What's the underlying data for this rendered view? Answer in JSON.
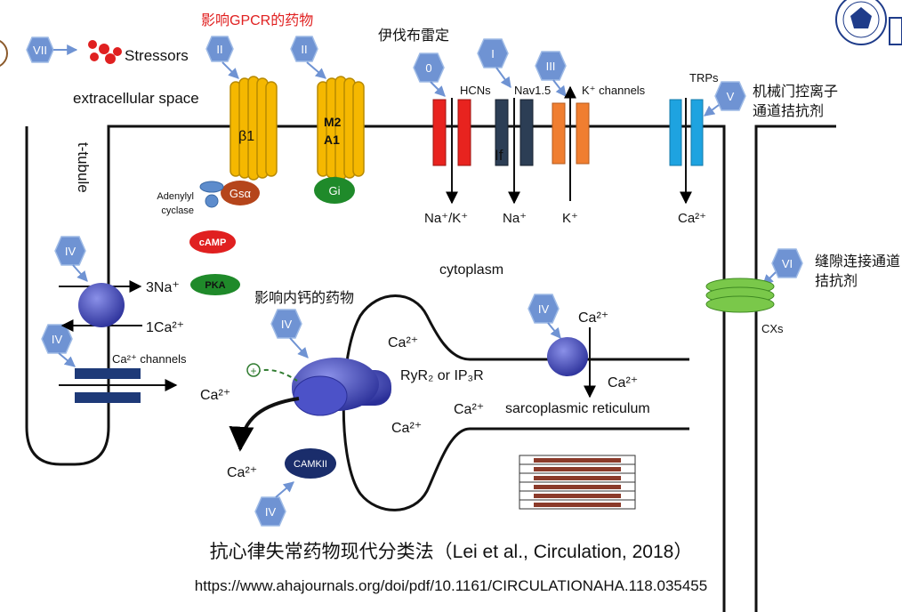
{
  "title_red": "影响GPCR的药物",
  "badges": {
    "vii": "VII",
    "ii_a": "II",
    "ii_b": "II",
    "zero": "0",
    "i": "I",
    "iii": "III",
    "v": "V",
    "iv_a": "IV",
    "iv_b": "IV",
    "iv_c": "IV",
    "iv_d": "IV",
    "vi": "VI",
    "iv_e": "IV"
  },
  "labels": {
    "stressors": "Stressors",
    "ivabradine": "伊伐布雷定",
    "extracellular": "extracellular space",
    "t_tubule": "t-tubule",
    "beta1": "β1",
    "m2": "M2",
    "a1": "A1",
    "gsa": "Gsα",
    "gi": "Gi",
    "adenylyl": "Adenylyl",
    "cyclase": "cyclase",
    "hcns": "HCNs",
    "nav": "Nav1.5",
    "kchan": "K⁺ channels",
    "trps": "TRPs",
    "mech1": "机械门控离子",
    "mech2": "通道拮抗剂",
    "if": "If",
    "na_k": "Na⁺/K⁺",
    "na": "Na⁺",
    "k": "K⁺",
    "ca_trp": "Ca²⁺",
    "camp": "cAMP",
    "pka": "PKA",
    "cytoplasm": "cytoplasm",
    "three_na": "3Na⁺",
    "one_ca": "1Ca²⁺",
    "ca_channels": "Ca²⁺ channels",
    "intracal": "影响内钙的药物",
    "ca_sr_in": "Ca²⁺",
    "ryr": "RyR₂ or IP₃R",
    "ca_left": "Ca²⁺",
    "ca_mid": "Ca²⁺",
    "ca_lower": "Ca²⁺",
    "ca_pump_top": "Ca²⁺",
    "ca_pump_bot": "Ca²⁺",
    "sr": "sarcoplasmic reticulum",
    "ca_bottom": "Ca²⁺",
    "camkii": "CAMKII",
    "plus": "+",
    "gap1": "缝隙连接通道",
    "gap2": "拮抗剂",
    "cxs": "CXs"
  },
  "caption": {
    "title": "抗心律失常药物现代分类法（Lei et al., Circulation, 2018）",
    "url": "https://www.ahajournals.org/doi/pdf/10.1161/CIRCULATIONAHA.118.035455"
  },
  "colors": {
    "badge_fill": "#6f93d3",
    "badge_stroke": "#8fb0e0",
    "gpcr": "#f5b800",
    "gsa": "#b5451b",
    "gi": "#1f8a2a",
    "camp": "#e02020",
    "pka": "#1f8a2a",
    "hcn": "#e8231f",
    "nav": "#2c3e55",
    "kch": "#f07e30",
    "trp": "#1ea3e0",
    "cx": "#7ac84a",
    "pump": "#3e45b8",
    "camkii": "#1a2d6b",
    "red_title": "#e02020",
    "stressor": "#e02020"
  }
}
